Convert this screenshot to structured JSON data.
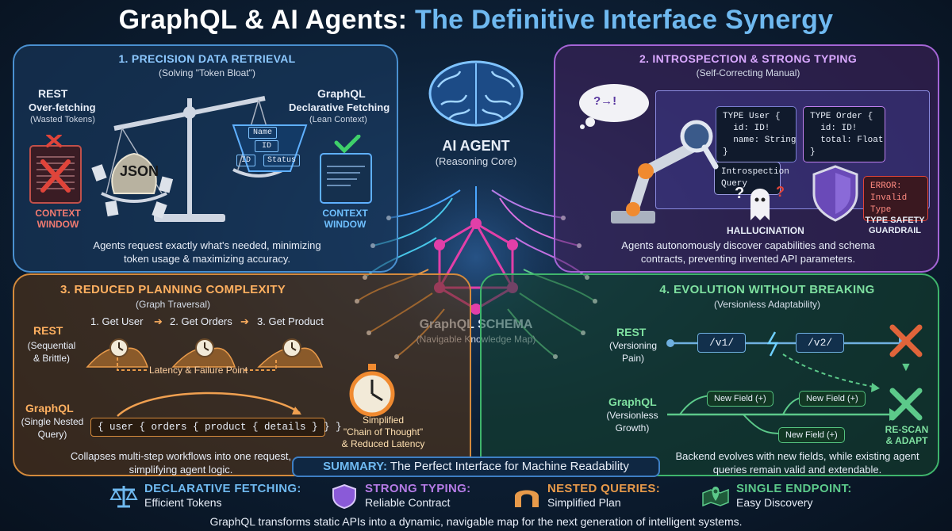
{
  "title": {
    "part1": "GraphQL & AI Agents: ",
    "part2": "The Definitive Interface Synergy"
  },
  "center": {
    "agent_label": "AI AGENT",
    "agent_sub": "(Reasoning Core)",
    "schema_label": "GraphQL SCHEMA",
    "schema_sub": "(Navigable Knowledge Map)"
  },
  "panel1": {
    "heading": "1. PRECISION DATA RETRIEVAL",
    "subheading": "(Solving \"Token Bloat\")",
    "rest_title": "REST",
    "rest_sub1": "Over-fetching",
    "rest_sub2": "(Wasted Tokens)",
    "graphql_title": "GraphQL",
    "graphql_sub1": "Declarative Fetching",
    "graphql_sub2": "(Lean Context)",
    "json_label": "JSON",
    "fields": [
      "Name",
      "ID",
      "ID",
      "Status"
    ],
    "context_left1": "CONTEXT",
    "context_left2": "WINDOW",
    "context_right1": "CONTEXT",
    "context_right2": "WINDOW",
    "description1": "Agents request exactly what's needed, minimizing",
    "description2": "token usage & maximizing accuracy."
  },
  "panel2": {
    "heading": "2. INTROSPECTION & STRONG TYPING",
    "subheading": "(Self-Correcting Manual)",
    "bubble": "?→!",
    "code_user": [
      "TYPE User {",
      "  id: ID!",
      "  name: String",
      "}"
    ],
    "code_order": [
      "TYPE Order {",
      "  id: ID!",
      "  total: Float",
      "}"
    ],
    "introspection": [
      "Introspection",
      "Query"
    ],
    "hallucination": "HALLUCINATION",
    "error1": "ERROR:",
    "error2": "Invalid Type",
    "guardrail1": "TYPE SAFETY",
    "guardrail2": "GUARDRAIL",
    "description1": "Agents autonomously discover capabilities and schema",
    "description2": "contracts, preventing invented API parameters."
  },
  "panel3": {
    "heading": "3. REDUCED PLANNING COMPLEXITY",
    "subheading": "(Graph Traversal)",
    "rest_title": "REST",
    "rest_sub1": "(Sequential",
    "rest_sub2": "& Brittle)",
    "steps": [
      "1. Get User",
      "2. Get Orders",
      "3. Get Product"
    ],
    "latency": "Latency & Failure Point",
    "graphql_title": "GraphQL",
    "graphql_sub1": "(Single Nested",
    "graphql_sub2": "Query)",
    "query": "{ user { orders { product { details } } }",
    "simplified1": "Simplified",
    "simplified2": "\"Chain of Thought\"",
    "simplified3": "& Reduced Latency",
    "description1": "Collapses multi-step workflows into one request,",
    "description2": "simplifying agent logic."
  },
  "panel4": {
    "heading": "4. EVOLUTION WITHOUT BREAKING",
    "subheading": "(Versionless Adaptability)",
    "rest_title": "REST",
    "rest_sub1": "(Versioning",
    "rest_sub2": "Pain)",
    "v1": "/v1/",
    "v2": "/v2/",
    "graphql_title": "GraphQL",
    "graphql_sub1": "(Versionless",
    "graphql_sub2": "Growth)",
    "fields": [
      "New Field (+)",
      "New Field (+)",
      "New Field (+)"
    ],
    "rescan1": "RE-SCAN",
    "rescan2": "& ADAPT",
    "description1": "Backend evolves with new fields, while existing agent",
    "description2": "queries remain valid and extendable."
  },
  "summary": {
    "label": "SUMMARY:",
    "text": " The Perfect Interface for Machine Readability"
  },
  "legend": [
    {
      "title": "DECLARATIVE FETCHING:",
      "sub": "Efficient Tokens",
      "color": "#6fb9f0",
      "icon": "scale-icon"
    },
    {
      "title": "STRONG TYPING:",
      "sub": "Reliable Contract",
      "color": "#b57be6",
      "icon": "shield-icon"
    },
    {
      "title": "NESTED QUERIES:",
      "sub": "Simplified Plan",
      "color": "#e89a4a",
      "icon": "arch-icon"
    },
    {
      "title": "SINGLE ENDPOINT:",
      "sub": "Easy Discovery",
      "color": "#5cc98a",
      "icon": "map-pin-icon"
    }
  ],
  "footer": "GraphQL transforms static APIs into a dynamic, navigable map for the next generation of intelligent systems.",
  "colors": {
    "blue": "#4a90d0",
    "purple": "#a565d6",
    "orange": "#d48a3c",
    "green": "#3fb56c",
    "red": "#e0443a",
    "pink": "#e23fa8"
  }
}
